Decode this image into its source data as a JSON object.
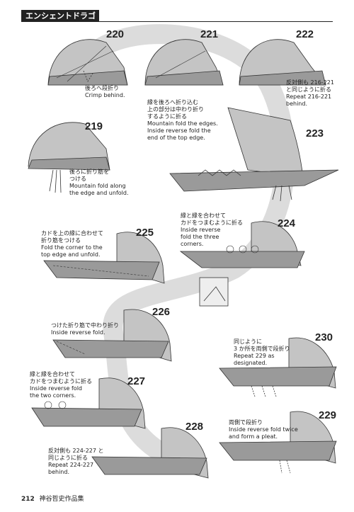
{
  "header": {
    "title": "エンシェントドラゴン"
  },
  "steps": [
    "220",
    "221",
    "222",
    "219",
    "223",
    "224",
    "225",
    "226",
    "230",
    "227",
    "228",
    "229"
  ],
  "notes": {
    "n220": [
      "後ろへ段折り",
      "Crimp behind."
    ],
    "n221": [
      "縁を後ろへ折り込む",
      "上の部分は中わり折り",
      "するように折る",
      "Mountain fold the edges.",
      "Inside reverse fold the",
      "end of the top edge."
    ],
    "n222": [
      "反対側も 216-221",
      "と同じように折る",
      "Repeat 216-221",
      "behind."
    ],
    "n219": [
      "後ろに折り筋を",
      "つける",
      "Mountain fold along",
      "the edge and unfold."
    ],
    "n224": [
      "縁と縁を合わせて",
      "カドをつまむように折る",
      "Inside reverse",
      "fold the three",
      "corners."
    ],
    "n225": [
      "カドを上の縁に合わせて",
      "折り筋をつける",
      "Fold the corner to the",
      "top edge and unfold."
    ],
    "n226": [
      "つけた折り筋で中わり折り",
      "Inside reverse fold."
    ],
    "n230": [
      "同じように",
      "3 か所を両側で段折り",
      "Repeat 229 as",
      "designated."
    ],
    "n227": [
      "縁と縁を合わせて",
      "カドをつまむように折る",
      "Inside reverse fold",
      "the two corners."
    ],
    "n228": [
      "反対側も 224-227 と",
      "同じように折る",
      "Repeat 224-227",
      "behind."
    ],
    "n229": [
      "両側で段折り",
      "Inside reverse fold twice",
      "and form a pleat."
    ]
  },
  "footer": {
    "page_number": "212",
    "book_title": "神谷哲史作品集"
  },
  "colors": {
    "paper_gray": "#bdbdbd",
    "paper_dark": "#8e8e8e",
    "track_gray": "#d9d9d9",
    "line": "#333333"
  }
}
